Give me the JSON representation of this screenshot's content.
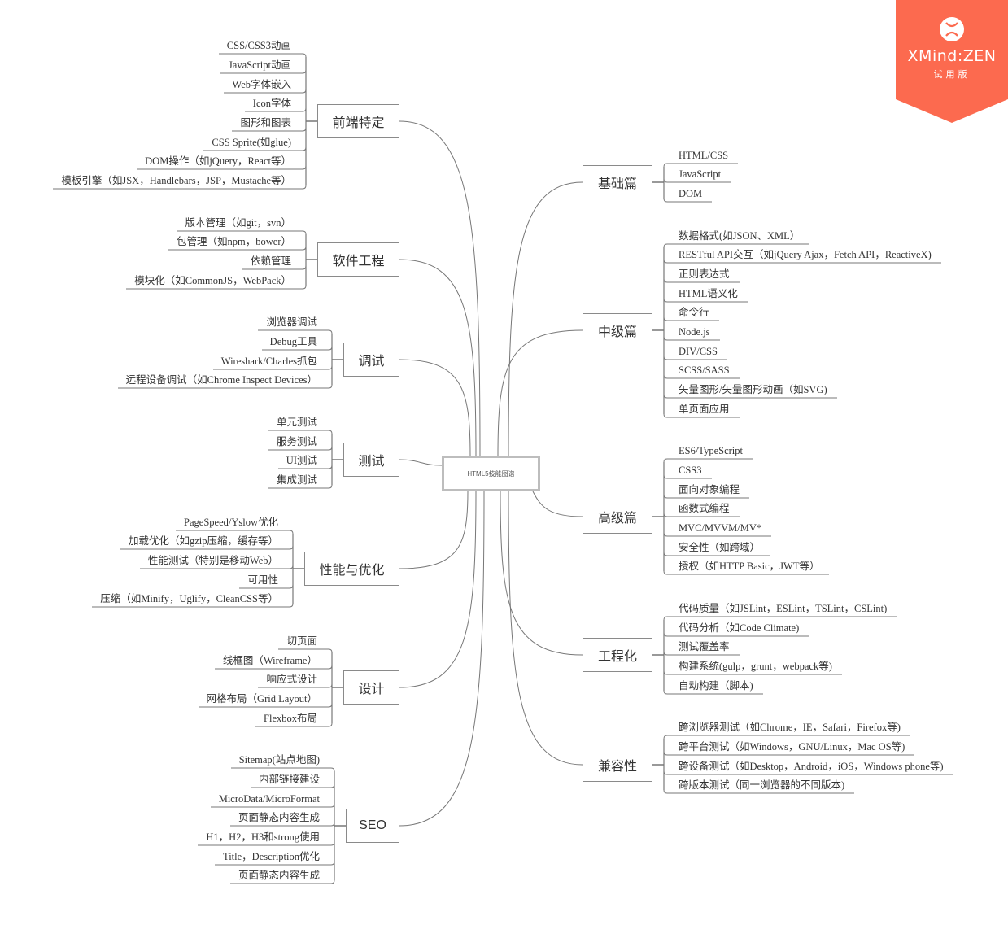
{
  "center": {
    "label": "HTML5技能图谱"
  },
  "badge": {
    "brand": "XMind:ZEN",
    "trial": "试用版",
    "color": "#fc6a4f"
  },
  "left": [
    {
      "label": "前端特定",
      "items": [
        "CSS/CSS3动画",
        "JavaScript动画",
        "Web字体嵌入",
        "Icon字体",
        "图形和图表",
        "CSS Sprite(如glue)",
        "DOM操作（如jQuery，React等）",
        "模板引擎（如JSX，Handlebars，JSP，Mustache等）"
      ]
    },
    {
      "label": "软件工程",
      "items": [
        "版本管理（如git，svn）",
        "包管理（如npm，bower）",
        "依赖管理",
        "模块化（如CommonJS，WebPack）"
      ]
    },
    {
      "label": "调试",
      "items": [
        "浏览器调试",
        "Debug工具",
        "Wireshark/Charles抓包",
        "远程设备调试（如Chrome Inspect Devices）"
      ]
    },
    {
      "label": "测试",
      "items": [
        "单元测试",
        "服务测试",
        "UI测试",
        "集成测试"
      ]
    },
    {
      "label": "性能与优化",
      "items": [
        "PageSpeed/Yslow优化",
        "加载优化（如gzip压缩，缓存等）",
        "性能测试（特别是移动Web）",
        "可用性",
        "压缩（如Minify，Uglify，CleanCSS等）"
      ]
    },
    {
      "label": "设计",
      "items": [
        "切页面",
        "线框图（Wireframe）",
        "响应式设计",
        "网格布局（Grid Layout）",
        "Flexbox布局"
      ]
    },
    {
      "label": "SEO",
      "items": [
        "Sitemap(站点地图)",
        "内部链接建设",
        "MicroData/MicroFormat",
        "页面静态内容生成",
        "H1，H2，H3和strong使用",
        "Title，Description优化",
        "页面静态内容生成"
      ]
    }
  ],
  "right": [
    {
      "label": "基础篇",
      "items": [
        "HTML/CSS",
        "JavaScript",
        "DOM"
      ]
    },
    {
      "label": "中级篇",
      "items": [
        "数据格式(如JSON、XML）",
        "RESTful API交互（如jQuery Ajax，Fetch API，ReactiveX)",
        "正则表达式",
        "HTML语义化",
        "命令行",
        "Node.js",
        "DIV/CSS",
        "SCSS/SASS",
        "矢量图形/矢量图形动画（如SVG)",
        "单页面应用"
      ]
    },
    {
      "label": "高级篇",
      "items": [
        "ES6/TypeScript",
        "CSS3",
        "面向对象编程",
        "函数式编程",
        "MVC/MVVM/MV*",
        "安全性（如跨域）",
        "授权（如HTTP Basic，JWT等）"
      ]
    },
    {
      "label": "工程化",
      "items": [
        "代码质量（如JSLint，ESLint，TSLint，CSLint)",
        "代码分析（如Code Climate)",
        "测试覆盖率",
        "构建系统(gulp，grunt，webpack等)",
        "自动构建（脚本)"
      ]
    },
    {
      "label": "兼容性",
      "items": [
        "跨浏览器测试（如Chrome，IE，Safari，Firefox等)",
        "跨平台测试（如Windows，GNU/Linux，Mac OS等)",
        "跨设备测试（如Desktop，Android，iOS，Windows phone等)",
        "跨版本测试（同一浏览器的不同版本)"
      ]
    }
  ]
}
